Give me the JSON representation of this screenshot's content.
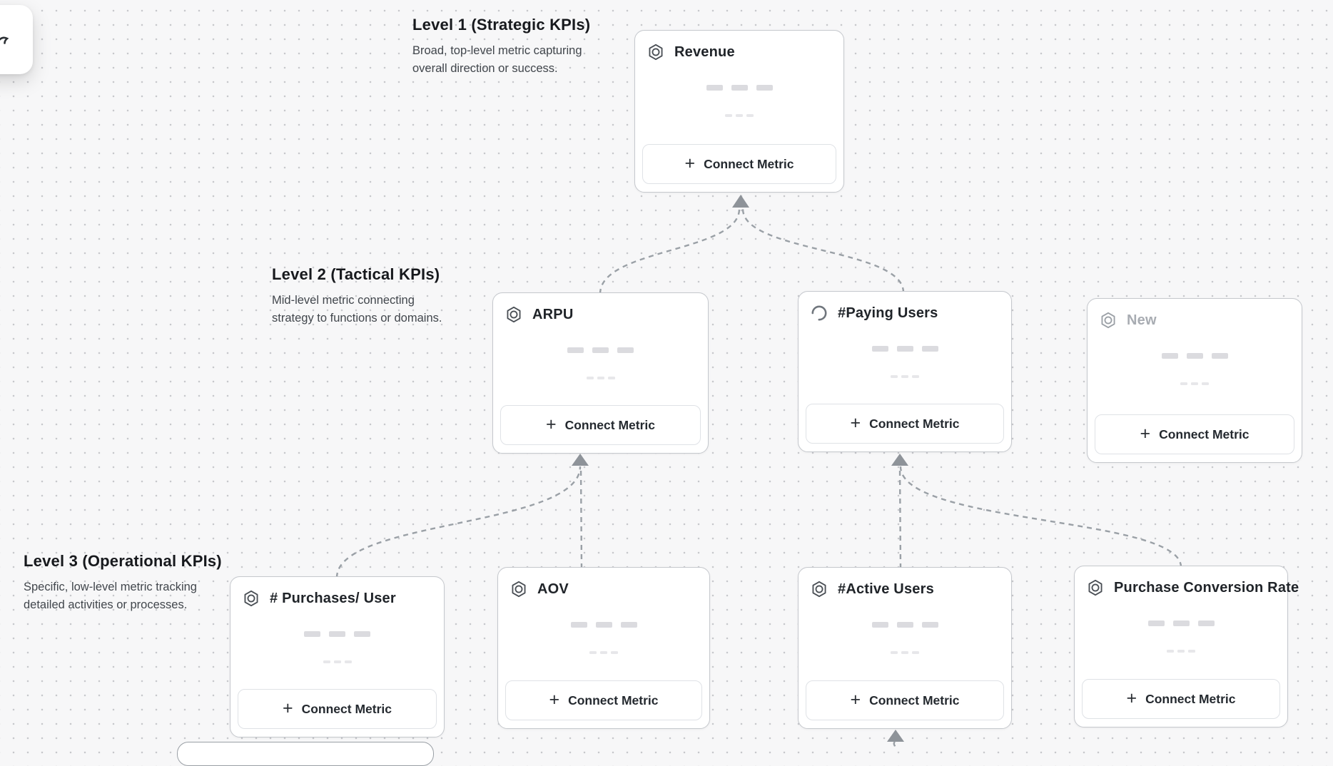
{
  "ui": {
    "connect_metric_label": "Connect Metric",
    "plus_glyph": "+"
  },
  "levels": [
    {
      "title": "Level 1 (Strategic KPIs)",
      "line1": "Broad, top-level metric capturing",
      "line2": "overall direction or success."
    },
    {
      "title": "Level 2 (Tactical KPIs)",
      "line1": "Mid-level metric connecting",
      "line2": "strategy to functions or domains."
    },
    {
      "title": "Level 3 (Operational KPIs)",
      "line1": "Specific, low-level metric tracking",
      "line2": "detailed activities or processes."
    }
  ],
  "nodes": [
    {
      "title": "Revenue",
      "level": 1,
      "icon": "metric-hexagon-icon",
      "state": "named"
    },
    {
      "title": "ARPU",
      "level": 2,
      "icon": "metric-hexagon-icon",
      "state": "named"
    },
    {
      "title": "#Paying Users",
      "level": 2,
      "icon": "spinner-icon",
      "state": "loading"
    },
    {
      "title": "New",
      "level": 2,
      "icon": "metric-hexagon-icon",
      "state": "placeholder"
    },
    {
      "title": "# Purchases/ User",
      "level": 3,
      "icon": "metric-hexagon-icon",
      "state": "named"
    },
    {
      "title": "AOV",
      "level": 3,
      "icon": "metric-hexagon-icon",
      "state": "named"
    },
    {
      "title": "#Active Users",
      "level": 3,
      "icon": "metric-hexagon-icon",
      "state": "named"
    },
    {
      "title": "Purchase Conversion Rate",
      "level": 3,
      "icon": "metric-hexagon-icon",
      "state": "named"
    }
  ],
  "edges": [
    {
      "from": "ARPU",
      "to": "Revenue",
      "style": "dashed"
    },
    {
      "from": "#Paying Users",
      "to": "Revenue",
      "style": "dashed"
    },
    {
      "from": "# Purchases/ User",
      "to": "ARPU",
      "style": "dashed"
    },
    {
      "from": "AOV",
      "to": "ARPU",
      "style": "dashed"
    },
    {
      "from": "#Active Users",
      "to": "#Paying Users",
      "style": "dashed"
    },
    {
      "from": "Purchase Conversion Rate",
      "to": "#Paying Users",
      "style": "dashed"
    },
    {
      "from": "offscreen-bottom",
      "to": "#Active Users",
      "style": "dashed"
    }
  ],
  "colors": {
    "canvas_bg": "#f7f7f8",
    "canvas_dot": "#c7c8cc",
    "card_bg": "#ffffff",
    "card_border": "#c5c8cd",
    "title_text": "#202429",
    "muted_text": "#41464c",
    "placeholder_text": "#a8acb2",
    "edge": "#9aa0a6",
    "arrowhead": "#8e9399"
  }
}
